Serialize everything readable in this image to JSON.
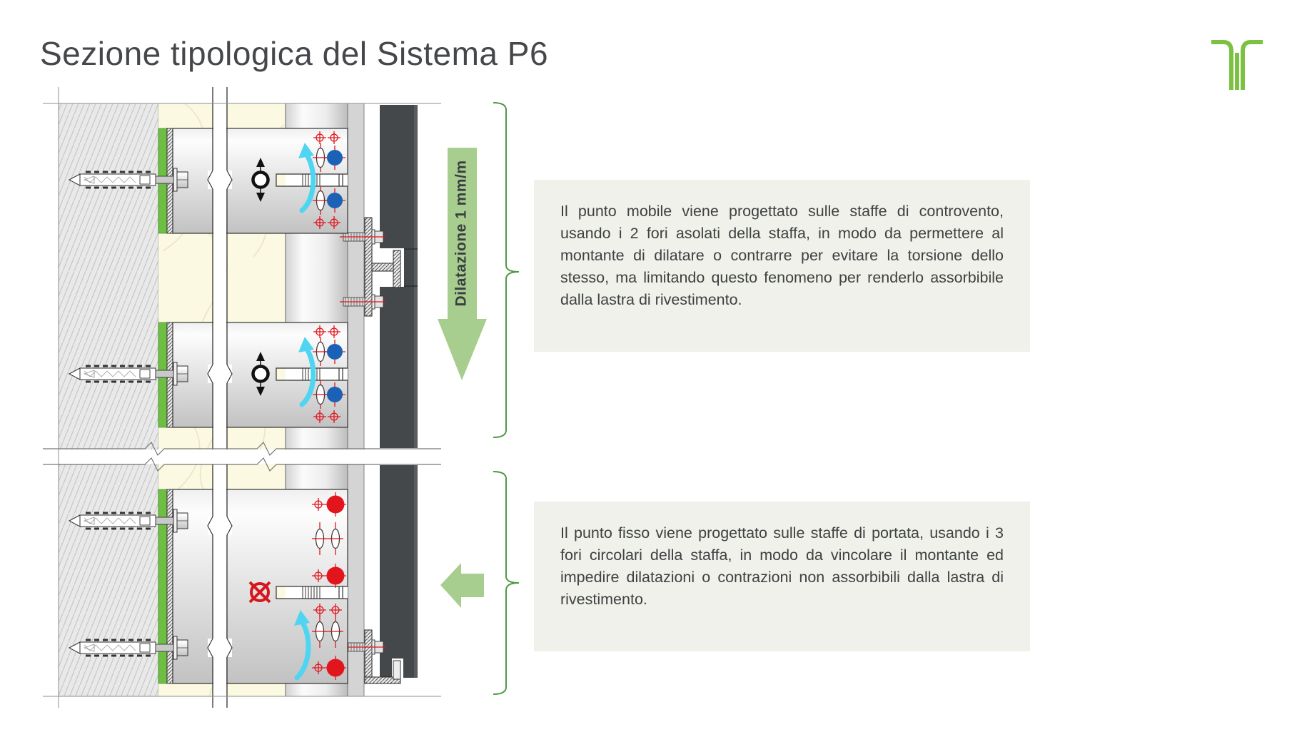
{
  "title": "Sezione tipologica del Sistema P6",
  "arrow": {
    "label": "Dilatazione 1 mm/m"
  },
  "callouts": {
    "mobile": "Il punto mobile viene progettato sulle staffe di controvento, usando i 2 fori asolati della staffa, in modo da permettere al montante di dilatare o contrarre per evitare la torsione dello stesso, ma limitando questo fenomeno per renderlo assorbibile dalla lastra di rivestimento.",
    "fixed": "Il punto fisso viene progettato sulle staffe di portata, usando i 3 fori circolari della staffa, in modo da vincolare il montante ed impedire dilatazioni o contrazioni non assorbibili dalla lastra di rivestimento."
  },
  "colors": {
    "accent_green": "#7cc142",
    "arrow_green": "#a7ce8f",
    "brace_green": "#4e9b43",
    "pad_green": "#6fbe44",
    "bolt_blue": "#1b62b6",
    "marker_red": "#e2151d",
    "dilation_cyan": "#4fd5f2",
    "panel_dark": "#45484b",
    "callout_bg": "#eff1ea",
    "text": "#3f4142"
  }
}
